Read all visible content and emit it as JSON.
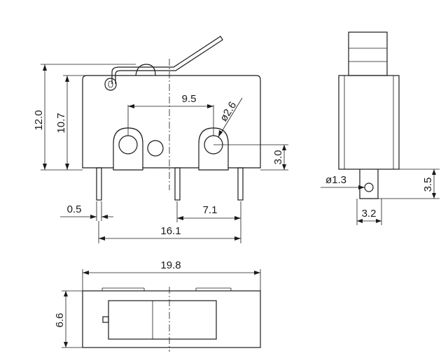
{
  "dimensions": {
    "front_height_total": "12.0",
    "front_height_body": "10.7",
    "pin_hole_spacing": "9.5",
    "hole_diameter": "ø2.6",
    "hole_offset": "3.0",
    "pin_thickness": "0.5",
    "pin_spacing": "7.1",
    "pin_span": "16.1",
    "side_pin_hole": "ø1.3",
    "side_pin_length": "3.5",
    "side_pin_width": "3.2",
    "bottom_length": "19.8",
    "bottom_width": "6.6"
  }
}
